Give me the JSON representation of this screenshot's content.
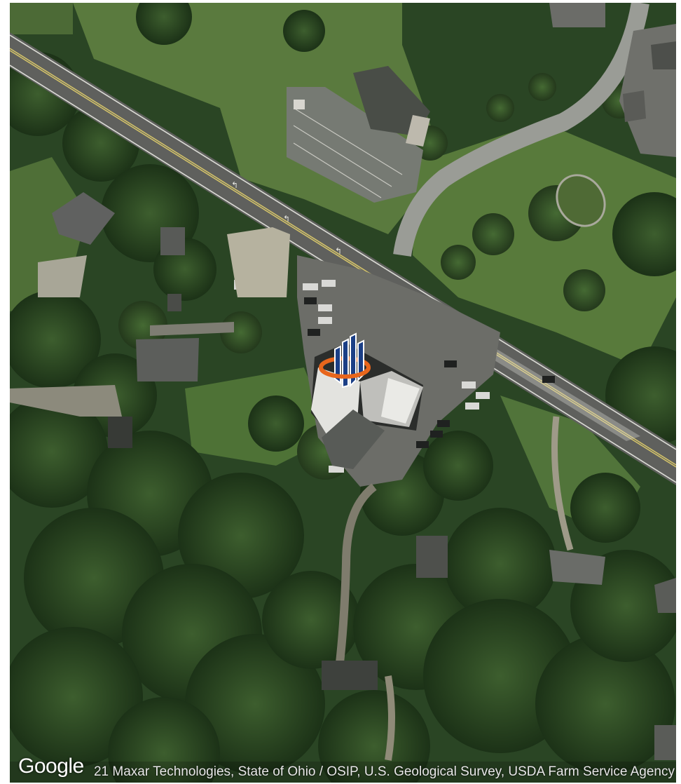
{
  "map": {
    "type": "satellite",
    "provider_logo": "Google",
    "attribution": "21 Maxar Technologies, State of Ohio / OSIP, U.S. Geological Survey, USDA Farm Service Agency",
    "marker_icon": "building-pin-icon",
    "colors": {
      "marker_blue": "#1b3f86",
      "marker_orange": "#e8661c",
      "road": "#5e5f5c",
      "forest": "#25401f",
      "grass": "#4f6f38"
    }
  }
}
